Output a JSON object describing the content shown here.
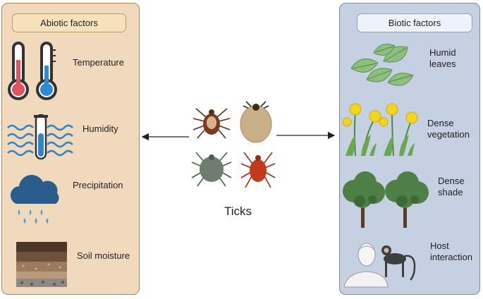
{
  "abiotic": {
    "title": "Abiotic factors",
    "items": [
      "Temperature",
      "Humidity",
      "Precipitation",
      "Soil moisture"
    ]
  },
  "biotic": {
    "title": "Biotic factors",
    "items": [
      {
        "line1": "Humid",
        "line2": "leaves"
      },
      {
        "line1": "Dense",
        "line2": "vegetation"
      },
      {
        "line1": "Dense",
        "line2": "shade"
      },
      {
        "line1": "Host",
        "line2": "interaction"
      }
    ]
  },
  "center": {
    "label": "Ticks"
  },
  "colors": {
    "abiotic_bg": "#f1d9bd",
    "abiotic_border": "#b0865a",
    "biotic_bg": "#c5d0e2",
    "biotic_border": "#7b89a5",
    "thermo_hot": "#e0535f",
    "thermo_cold": "#2c8ad8",
    "water_blue": "#2f86c6",
    "leaf_green": "#8fbf7e",
    "flower_yellow": "#f2d51f",
    "tree_green": "#4d7f46"
  },
  "icons": [
    "thermometer-icon",
    "humidity-icon",
    "rain-cloud-icon",
    "soil-layers-icon",
    "leaves-icon",
    "dandelion-icon",
    "trees-icon",
    "human-monkey-icon",
    "tick-icon"
  ]
}
